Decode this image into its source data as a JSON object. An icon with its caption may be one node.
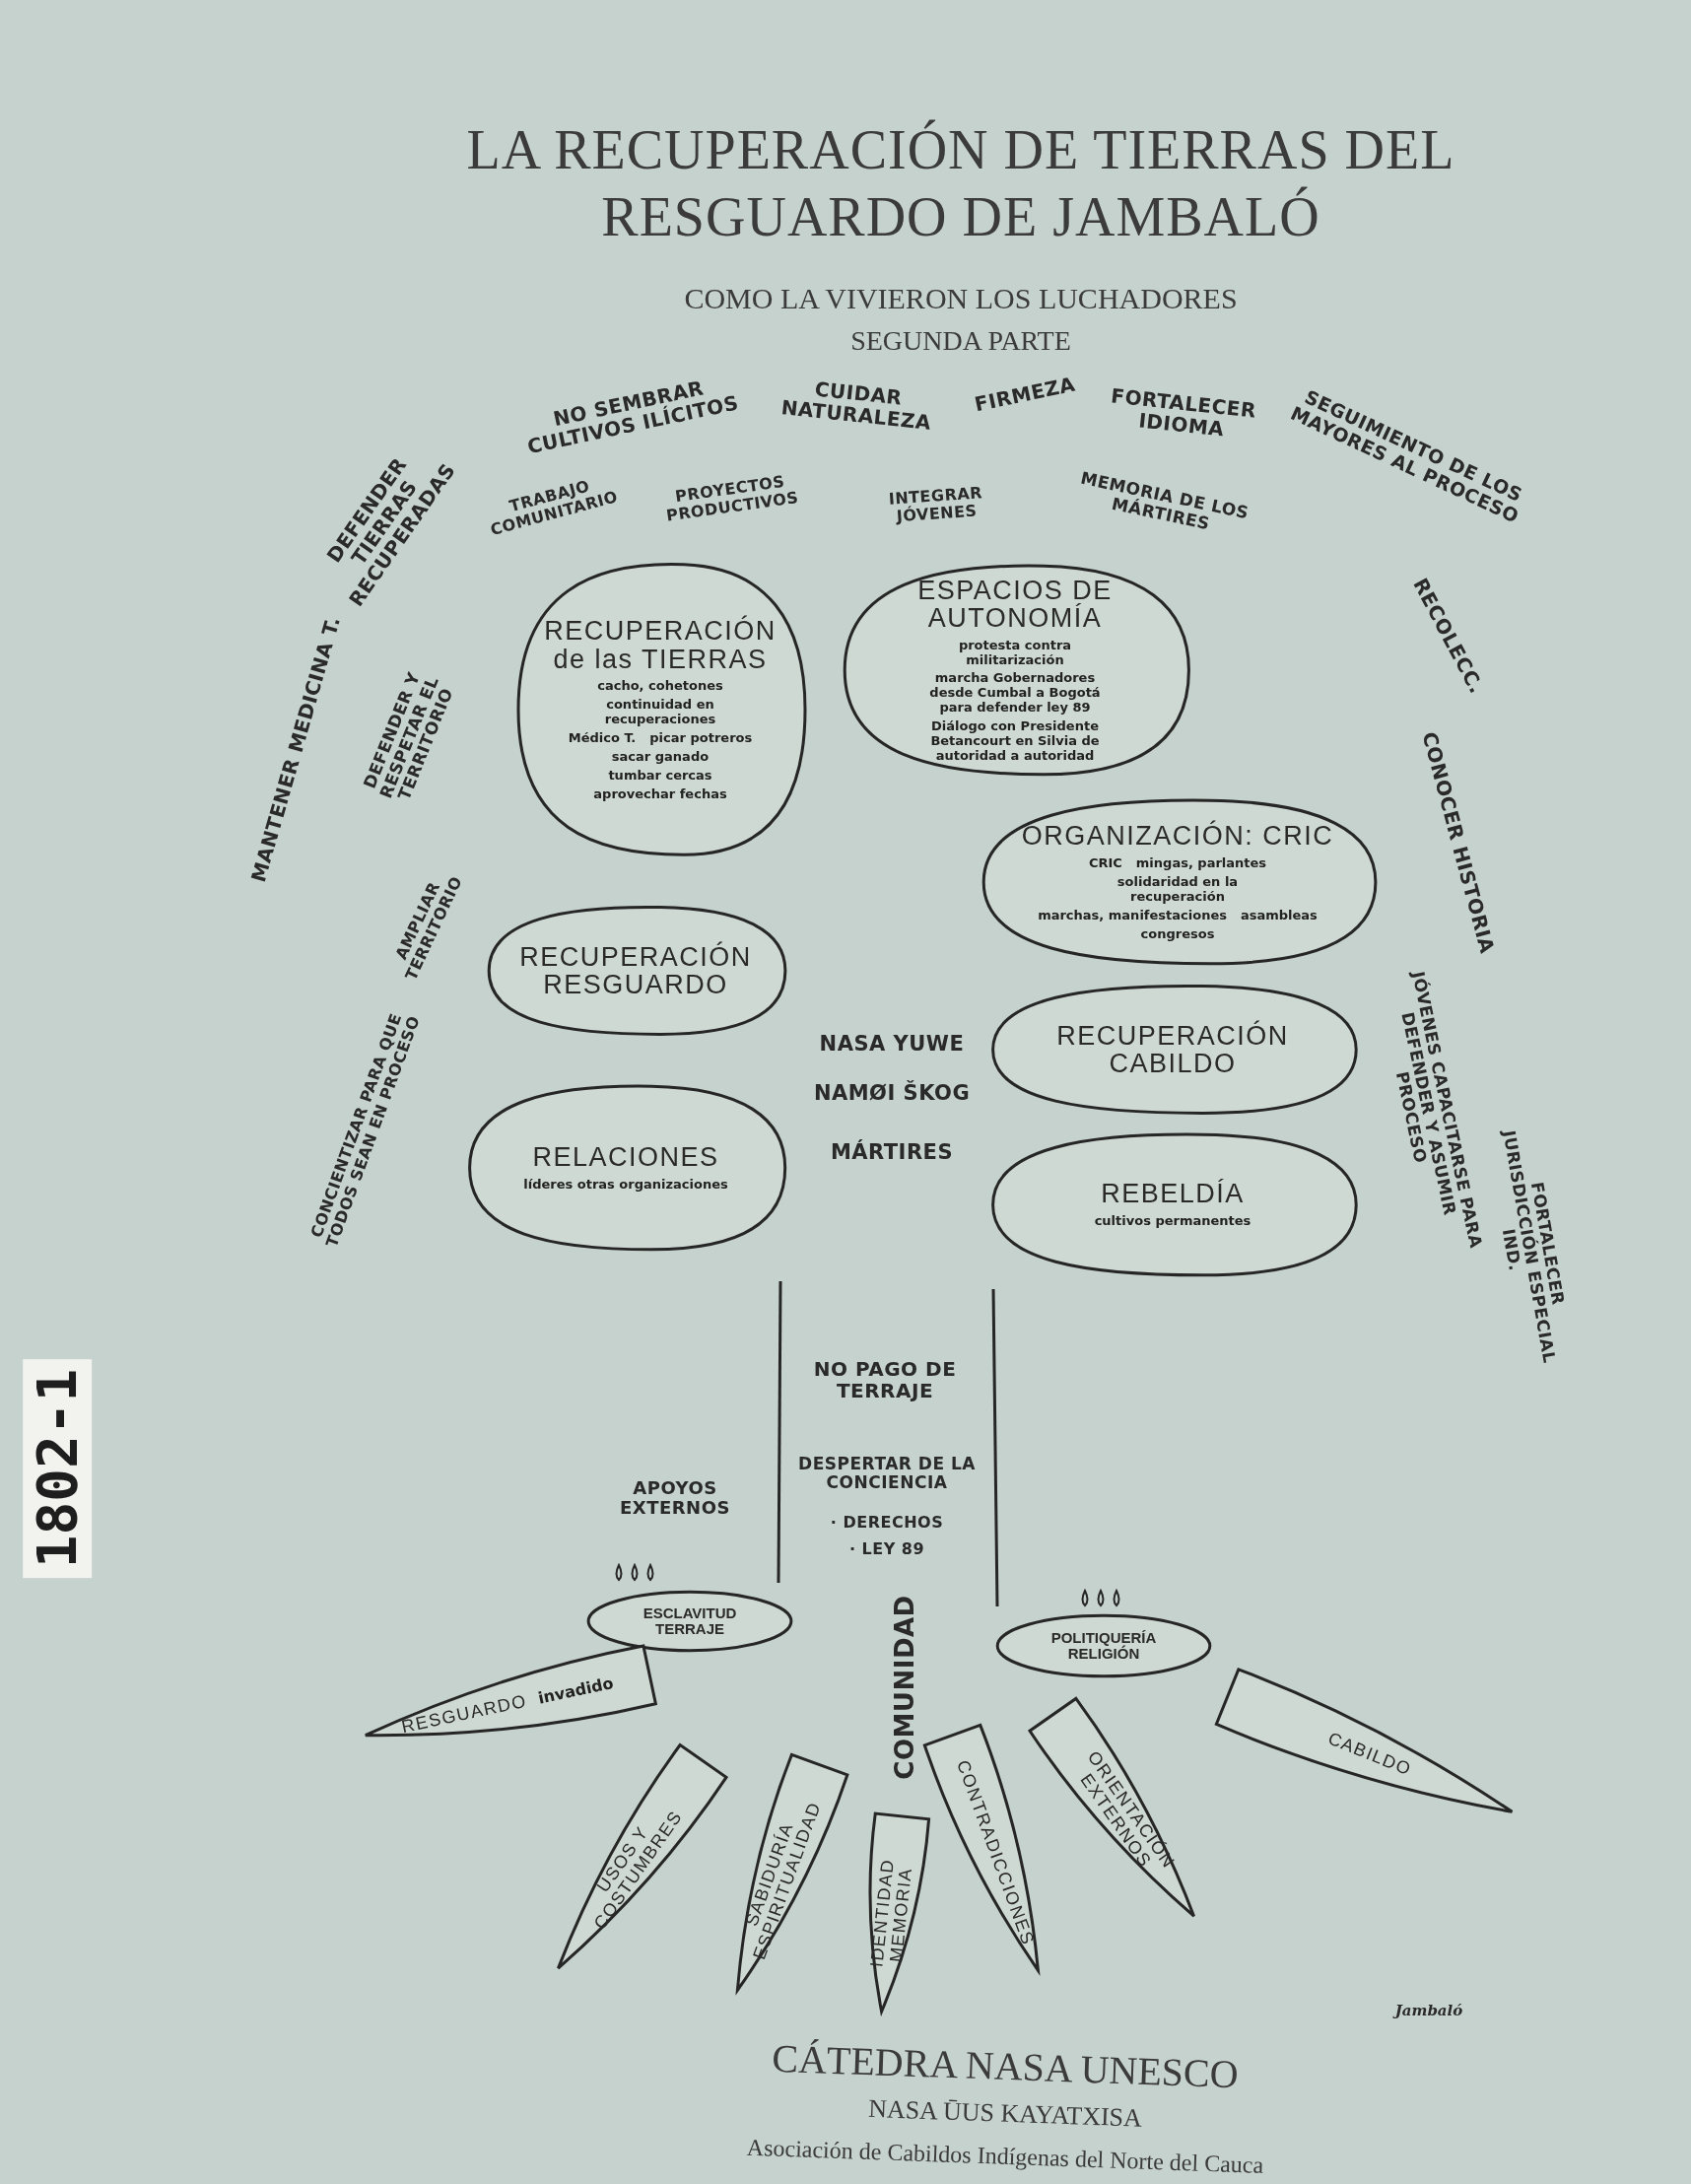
{
  "diagram": {
    "title": "LA RECUPERACIÓN DE TIERRAS DEL RESGUARDO DE JAMBALÓ",
    "nodes": [
      {
        "text": [
          "RECUPERACIÓN de las TIERRAS",
          "cacho, cohetones",
          "continuidad en recuperaciones",
          "Médico T.",
          "picar potreros",
          "sacar ganado",
          "tumbar cercas",
          "aprovechar fechas"
        ]
      },
      {
        "text": [
          "ESPACIOS DE AUTONOMÍA",
          "protesta contra militarización",
          "marcha Gobernadores desde Cumbal a Bogotá para defender ley 89",
          "Diálogo con Presidente Betancourt en Silvia de autoridad a autoridad"
        ]
      },
      {
        "text": [
          "ORGANIZACIÓN: CRIC",
          "CRIC",
          "mingas, parlantes",
          "solidaridad en la recuperación",
          "marchas, manifestaciones",
          "asambleas",
          "congresos"
        ]
      },
      {
        "text": [
          "RECUPERACIÓN RESGUARDO"
        ]
      },
      {
        "text": [
          "RELACIONES",
          "líderes otras organizaciones"
        ]
      },
      {
        "text": [
          "RECUPERACIÓN CABILDO"
        ]
      },
      {
        "text": [
          "REBELDÍA",
          "cultivos permanentes"
        ]
      },
      {
        "text": [
          "ESCLAVITUD TERRAJE"
        ]
      },
      {
        "text": [
          "POLITIQUERÍA RELIGIÓN"
        ]
      },
      {
        "text": [
          "RESGUARDO",
          "invadido"
        ]
      },
      {
        "text": [
          "USOS Y COSTUMBRES"
        ]
      },
      {
        "text": [
          "SABIDURÍA ESPIRITUALIDAD"
        ]
      },
      {
        "text": [
          "IDENTIDAD MEMORIA"
        ]
      },
      {
        "text": [
          "CONTRADICCIONES"
        ]
      },
      {
        "text": [
          "ORIENTACIÓN EXTERNOS"
        ]
      },
      {
        "text": [
          "CABILDO"
        ]
      }
    ],
    "labels": [
      "COMO LA VIVIERON LOS LUCHADORES",
      "SEGUNDA PARTE",
      "DEFENDER TIERRAS RECUPERADAS",
      "NO SEMBRAR CULTIVOS ILÍCITOS",
      "CUIDAR NATURALEZA",
      "FIRMEZA",
      "FORTALECER IDIOMA",
      "SEGUIMIENTO DE LOS MAYORES AL PROCESO",
      "TRABAJO COMUNITARIO",
      "PROYECTOS PRODUCTIVOS",
      "INTEGRAR JÓVENES",
      "MEMORIA DE LOS MÁRTIRES",
      "RECOLECC.",
      "MANTENER MEDICINA T.",
      "DEFENDER Y RESPETAR EL TERRITORIO",
      "CONOCER HISTORIA",
      "AMPLIAR TERRITORIO",
      "CONCIENTIZAR PARA QUE TODOS SEAN EN PROCESO",
      "NASA YUWE",
      "NAMØI ŠKOG",
      "JÓVENES CAPACITARSE PARA DEFENDER Y ASUMIR PROCESO",
      "MÁRTIRES",
      "FORTALECER JURISDICCIÓN ESPECIAL IND.",
      "NO PAGO DE TERRAJE",
      "1802-1",
      "DESPERTAR DE LA CONCIENCIA",
      "APOYOS EXTERNOS",
      "· DERECHOS",
      "· LEY 89",
      "COMUNIDAD",
      "Jambaló",
      "CÁTEDRA NASA UNESCO",
      "NASA ŪUS KAYATXISA",
      "Asociación de Cabildos Indígenas del Norte del Cauca"
    ]
  }
}
